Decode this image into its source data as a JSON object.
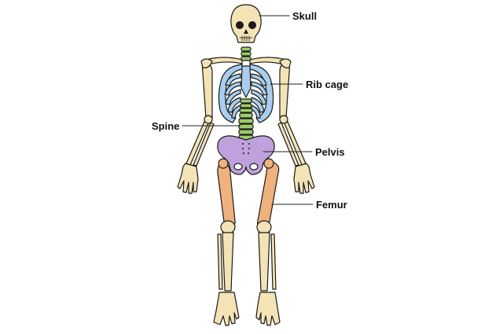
{
  "labels": {
    "skull": "Skull",
    "rib_cage": "Rib cage",
    "spine": "Spine",
    "pelvis": "Pelvis",
    "femur": "Femur"
  },
  "colors": {
    "bone": "#F3E3B5",
    "skull": "#F3E3B5",
    "rib_cage": "#A9CDED",
    "spine": "#9CCB6A",
    "pelvis": "#BFA2DB",
    "femur": "#EFB27E",
    "outline": "#1a1a1a"
  }
}
